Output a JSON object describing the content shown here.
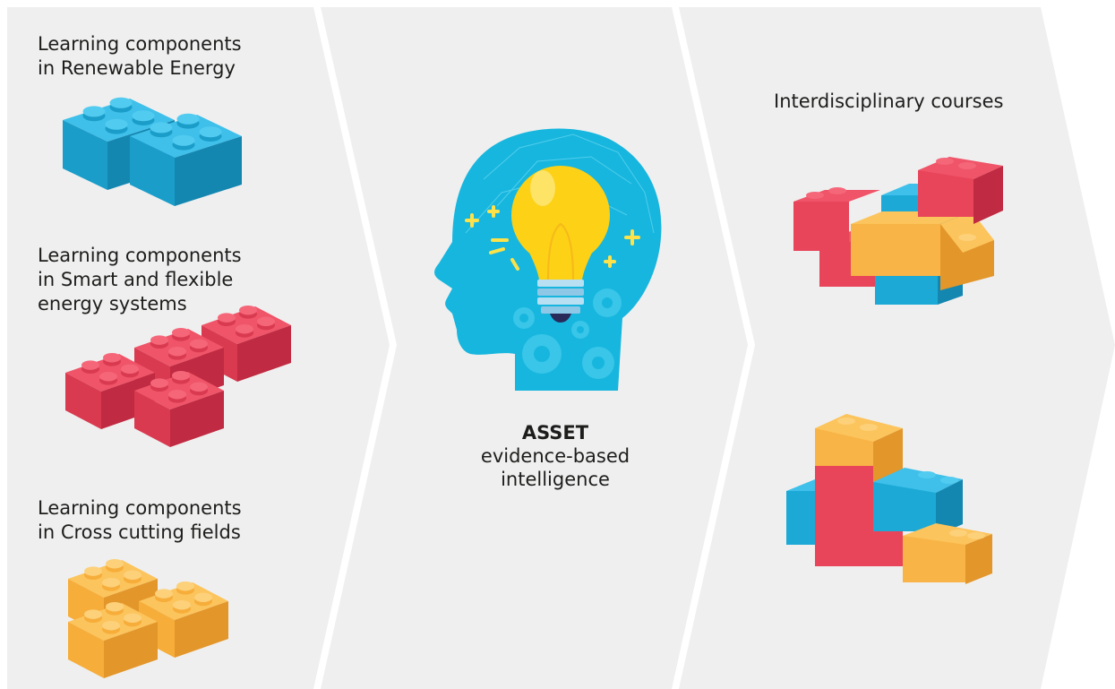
{
  "panels": {
    "left": {
      "groups": [
        {
          "line1": "Learning components",
          "line2": "in Renewable Energy"
        },
        {
          "line1": "Learning components",
          "line2": "in Smart and flexible",
          "line3": "energy systems"
        },
        {
          "line1": "Learning components",
          "line2": "in Cross cutting fields"
        }
      ]
    },
    "center": {
      "title": "ASSET",
      "line2": "evidence-based",
      "line3": "intelligence"
    },
    "right": {
      "title": "Interdisciplinary courses"
    }
  },
  "colors": {
    "panel_bg": "#efefef",
    "divider": "#ffffff",
    "brick_blue": "#1ca9d6",
    "brick_red": "#e8445a",
    "brick_yellow": "#f8b446",
    "head_blue": "#17b6de",
    "bulb_yellow": "#fcd116"
  },
  "icons": {
    "head": "head-lightbulb-icon",
    "brick": "brick-icon"
  }
}
